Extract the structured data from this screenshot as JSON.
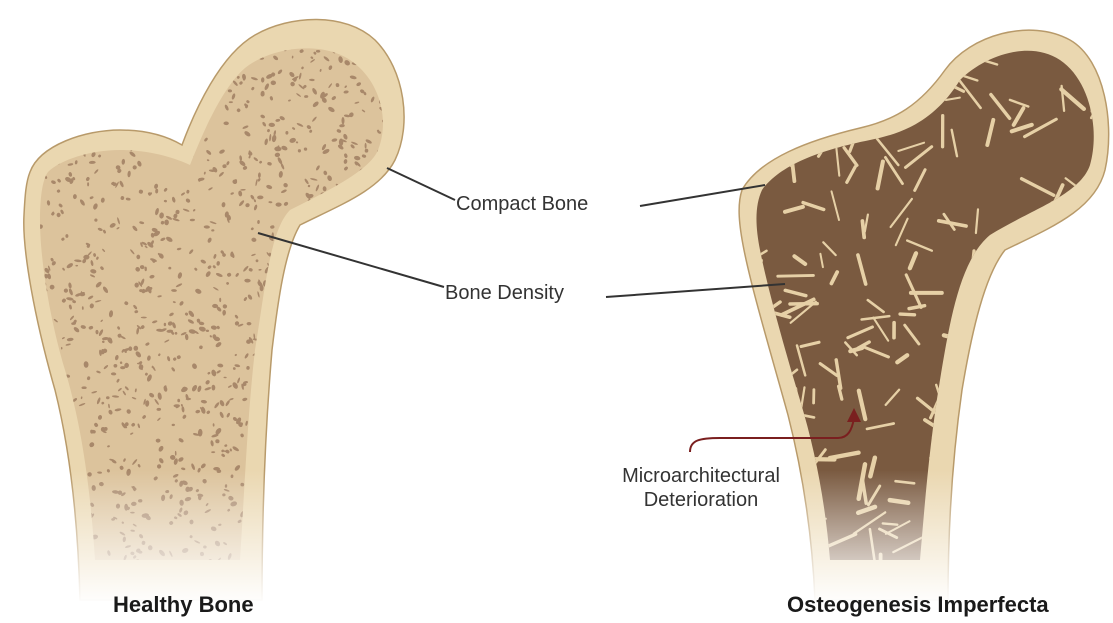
{
  "labels": {
    "compact_bone": "Compact Bone",
    "bone_density": "Bone Density",
    "micro_line1": "Microarchitectural",
    "micro_line2": "Deterioration"
  },
  "captions": {
    "healthy": "Healthy Bone",
    "oi": "Osteogenesis Imperfecta"
  },
  "colors": {
    "cortex": "#ead7b0",
    "cortex_outline": "#b89a6a",
    "marrow_light": "#dcc39c",
    "speckle": "#a8886a",
    "oi_marrow": "#7a5a40",
    "oi_trabecula": "#e6d0a6",
    "leader": "#333333",
    "micro_arrow": "#7a1f1f"
  }
}
